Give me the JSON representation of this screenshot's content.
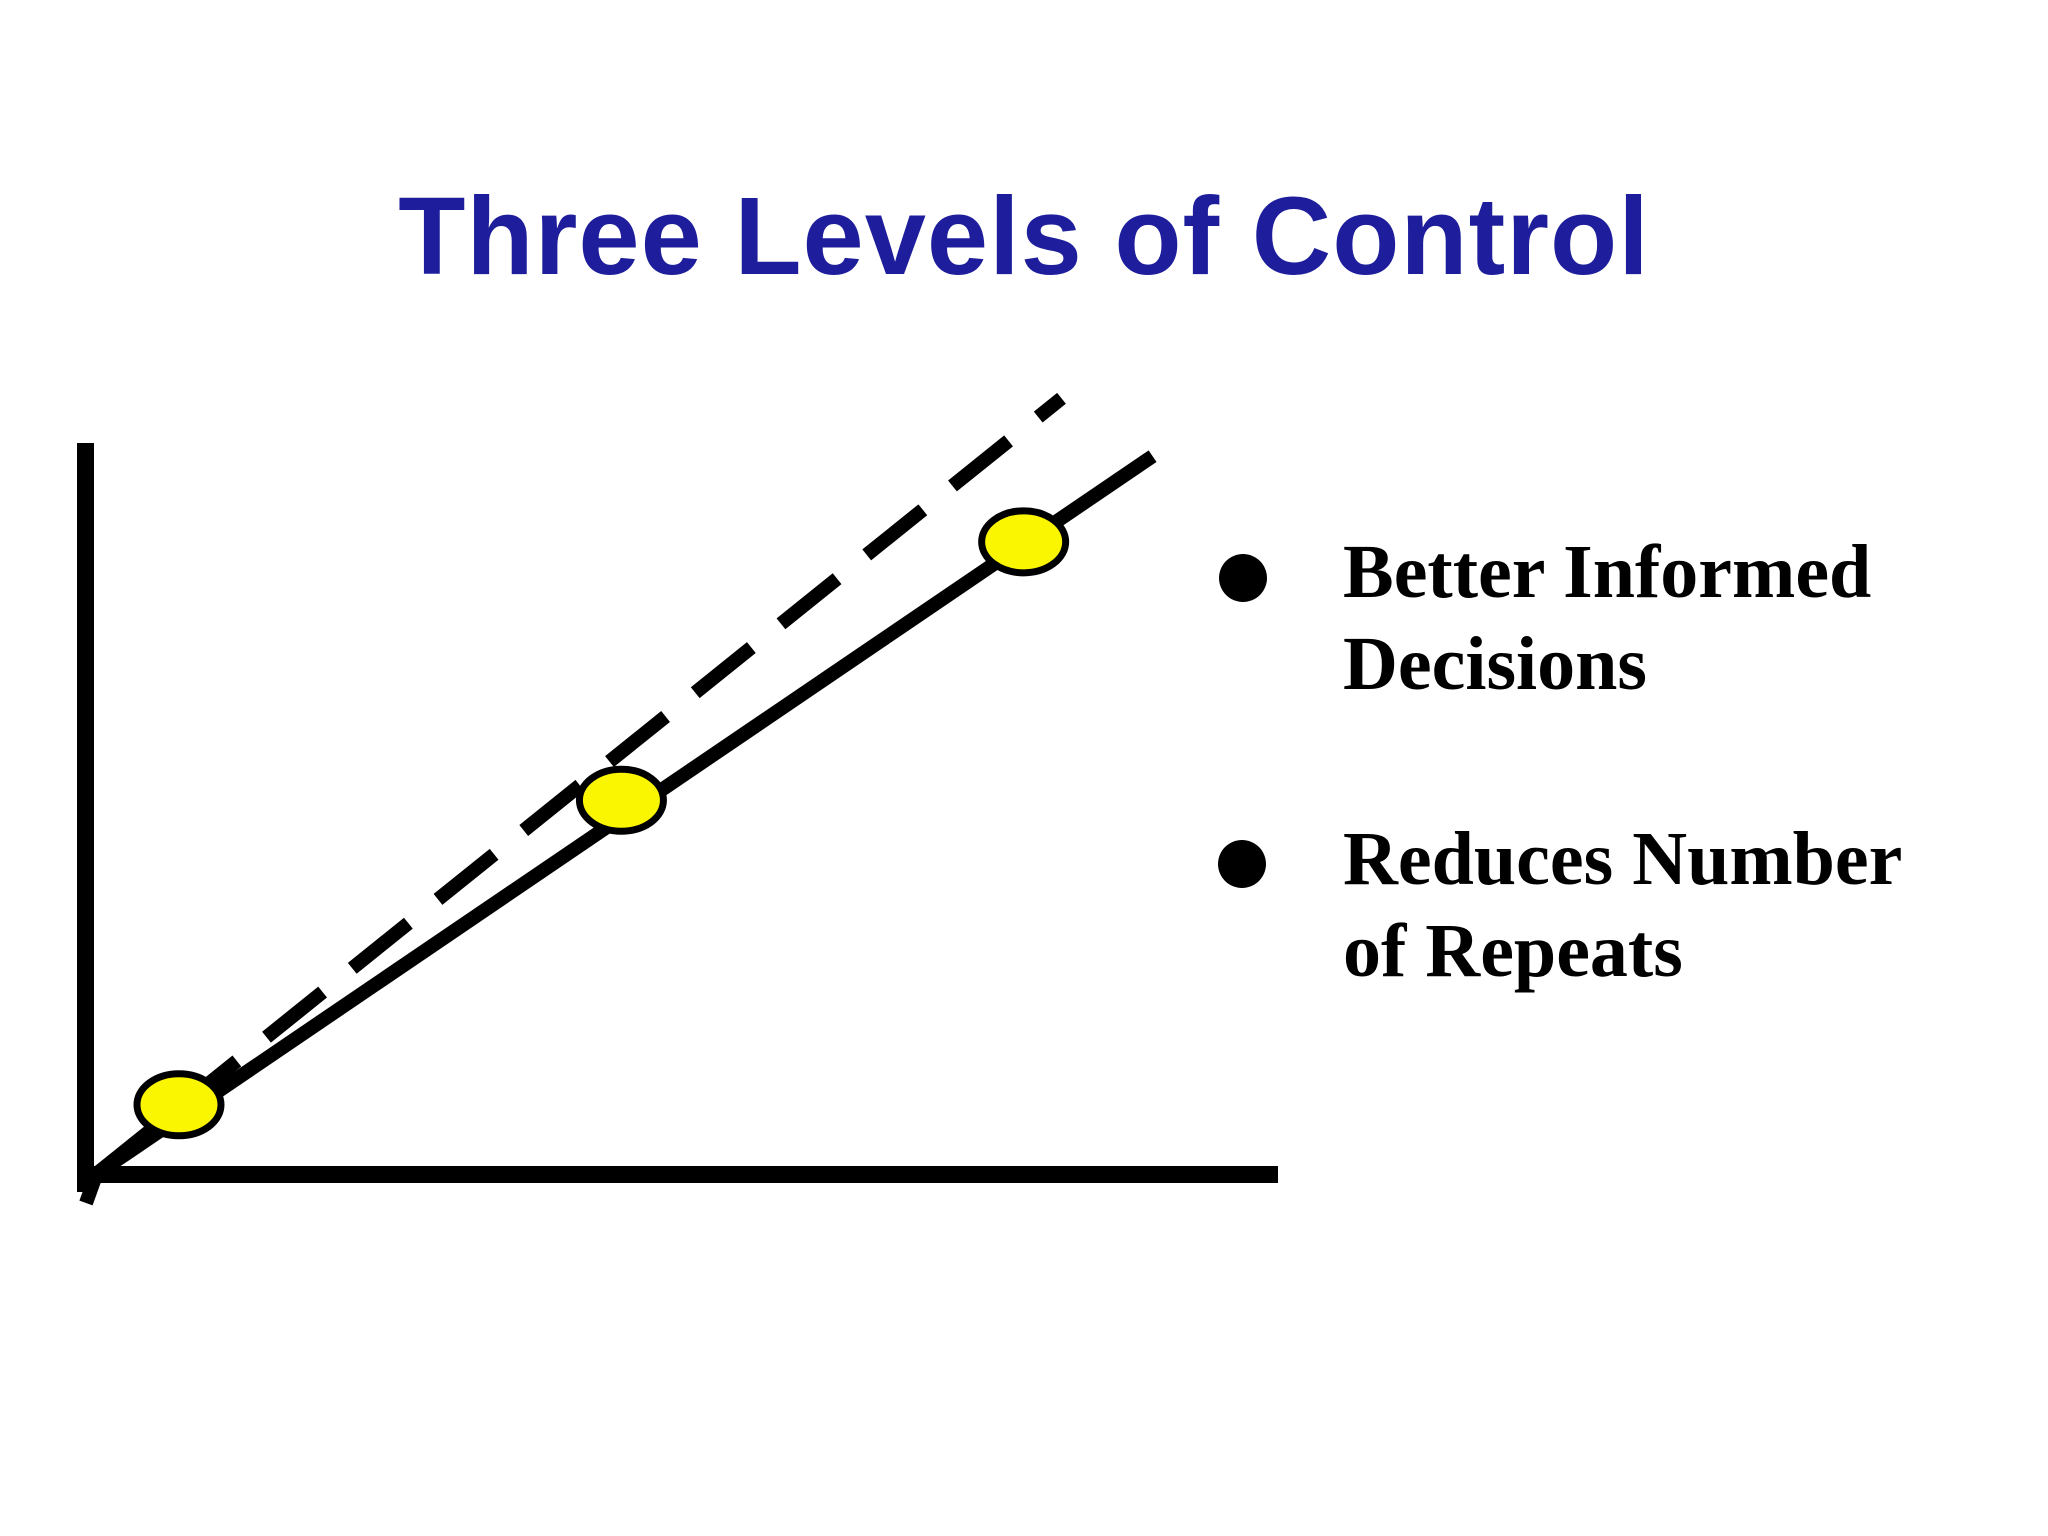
{
  "slide": {
    "title": "Three Levels of Control",
    "title_color": "#1E1E9C",
    "background_color": "#FFFFFF"
  },
  "chart_data": {
    "type": "scatter",
    "title": "",
    "xlabel": "",
    "ylabel": "",
    "tick_labels": "none",
    "grid": false,
    "legend": "none",
    "description": "Conceptual calibration plot: a solid line through three yellow data points rises from the origin, diverging below a steeper dashed reference line; the axes carry no scale or labels",
    "axis_color": "#000000",
    "line_color": "#000000",
    "point_fill": "#FAF500",
    "point_outline": "#000000",
    "x_range_rel": [
      0,
      1
    ],
    "y_range_rel": [
      0,
      1
    ],
    "lines": [
      {
        "name": "dashed-reference-line",
        "style": "dashed",
        "from": [
          0,
          0
        ],
        "to": [
          0.817,
          1.061
        ]
      },
      {
        "name": "solid-fit-line",
        "style": "solid",
        "from": [
          0,
          0
        ],
        "to": [
          0.894,
          0.982
        ]
      }
    ],
    "points": [
      {
        "x": 0.071,
        "y": 0.096
      },
      {
        "x": 0.445,
        "y": 0.512
      },
      {
        "x": 0.785,
        "y": 0.865
      }
    ]
  },
  "bullets": [
    {
      "marker": "filled-circle",
      "lines": [
        "Better Informed",
        "Decisions"
      ]
    },
    {
      "marker": "filled-circle",
      "lines": [
        "Reduces Number",
        "of Repeats"
      ]
    }
  ]
}
